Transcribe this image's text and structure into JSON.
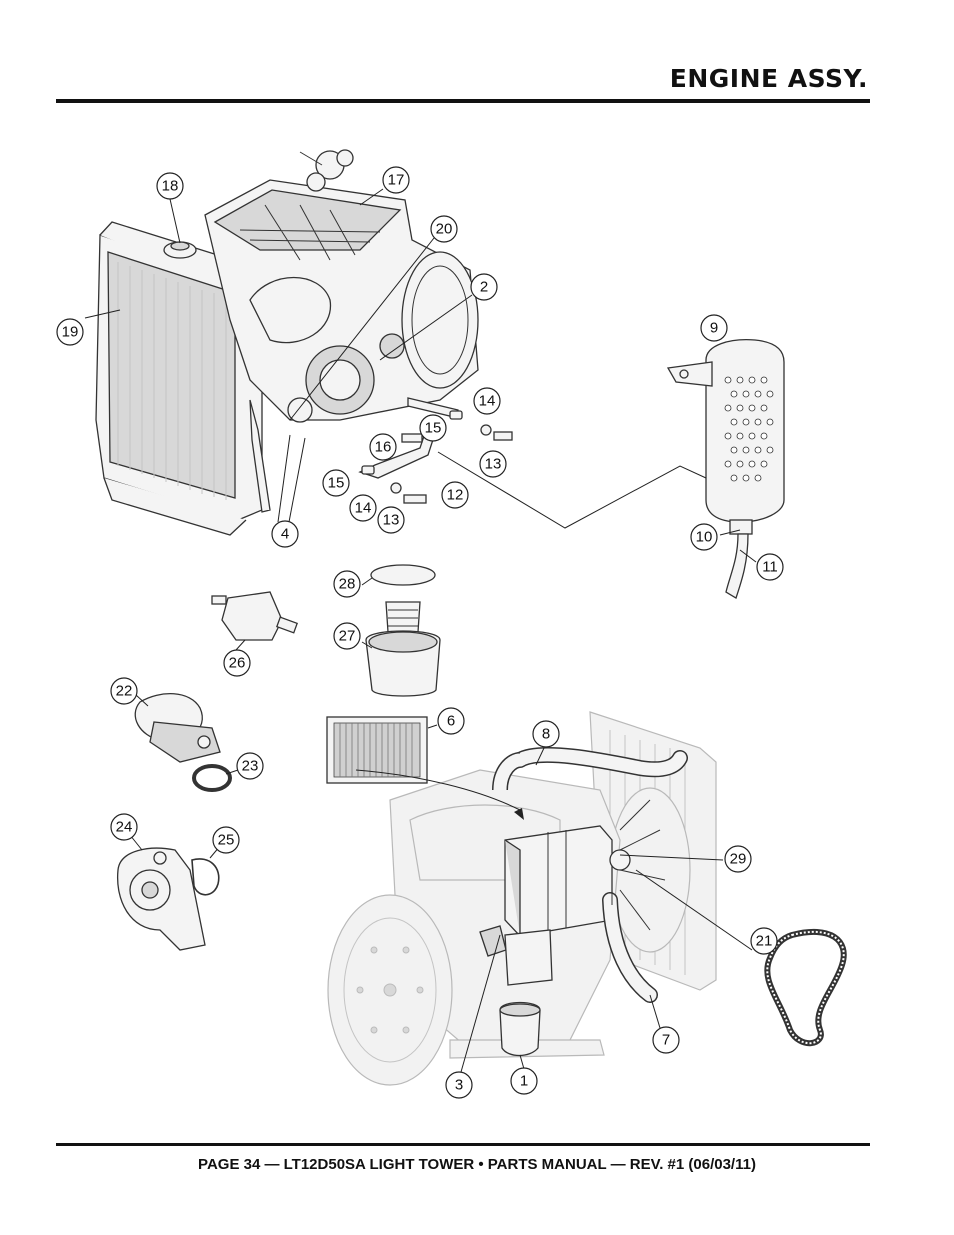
{
  "page": {
    "title": "ENGINE ASSY.",
    "footer": "PAGE 34 — LT12D50SA LIGHT TOWER • PARTS MANUAL — REV. #1 (06/03/11)"
  },
  "callout_numbers": [
    "1",
    "2",
    "3",
    "4",
    "6",
    "7",
    "8",
    "9",
    "10",
    "11",
    "12",
    "13",
    "13",
    "14",
    "14",
    "15",
    "15",
    "16",
    "17",
    "18",
    "19",
    "20",
    "21",
    "22",
    "23",
    "24",
    "25",
    "26",
    "27",
    "28",
    "29"
  ]
}
